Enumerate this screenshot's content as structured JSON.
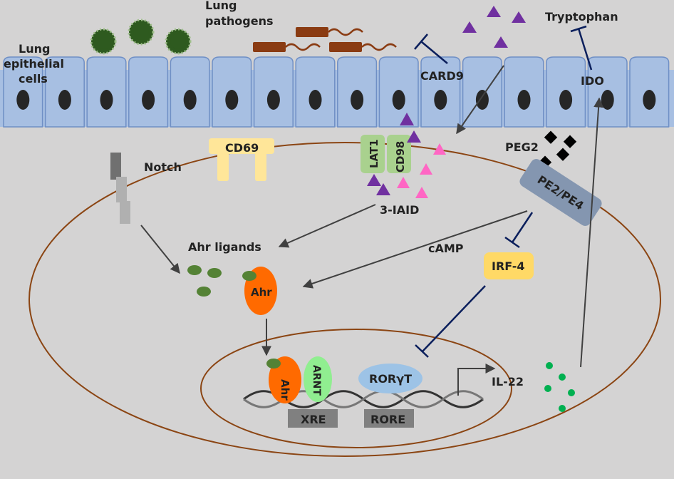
{
  "labels": {
    "lung_epithelial": [
      "Lung",
      "epithelial",
      "cells"
    ],
    "lung_pathogens": [
      "Lung",
      "pathogens"
    ],
    "card9": "CARD9",
    "tryptophan": "Tryptophan",
    "ido": "IDO",
    "cd69": "CD69",
    "notch": "Notch",
    "lat1": "LAT1",
    "cd98": "CD98",
    "iaid": "3-IAID",
    "peg2": "PEG2",
    "pe2pe4": "PE2/PE4",
    "ahr_ligands": "Ahr ligands",
    "camp": "cAMP",
    "irf4": "IRF-4",
    "ahr": "Ahr",
    "ahr_nuclear": "Ahr",
    "arnt": "ARNT",
    "rorgt": "RORγT",
    "xre": "XRE",
    "rore": "RORE",
    "il22": "IL-22"
  },
  "colors": {
    "background": "#d4d3d3",
    "epithelium": "#a7bfe2",
    "epithelium_stroke": "#6f8fc5",
    "nucleus_cell": "#262626",
    "membrane": "#8b4513",
    "pathogen_green": "#2e5a1f",
    "bacteria": "#8a3b12",
    "purple": "#7030a0",
    "pink": "#ff66c4",
    "ahr_orange": "#ff6a00",
    "arnt_green": "#90ee90",
    "rorgt_blue": "#9dc3e6",
    "irf4_yellow": "#ffd966",
    "cd69_yellow": "#ffe699",
    "transporter_green": "#a9d18e",
    "receptor_slate": "#8496b0",
    "ligand_green": "#548235",
    "il22_green": "#00b050",
    "inhibit_navy": "#0b1f5c",
    "arrow_gray": "#404040",
    "box_gray": "#808080"
  }
}
